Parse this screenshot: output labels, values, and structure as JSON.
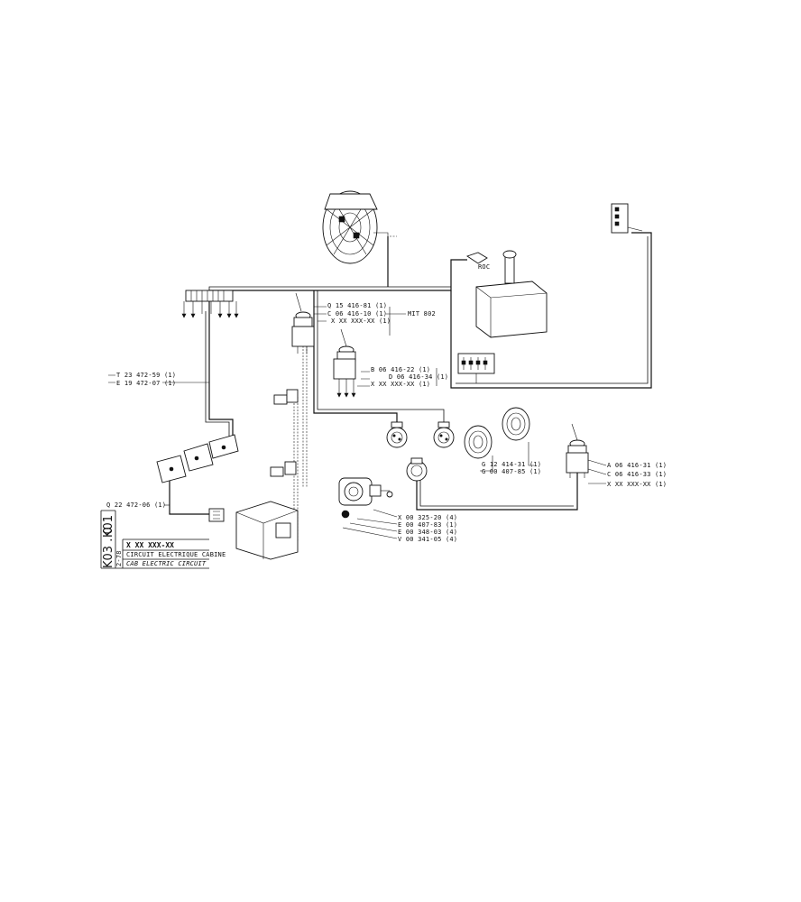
{
  "title_block": {
    "part_ref": "X XX XXX-XX",
    "code_line1": "K01",
    "code_line2": "K03 . 0",
    "side_small": "2-78",
    "title_fr": "CIRCUIT ELECTRIQUE CABINE",
    "title_en": "CAB ELECTRIC CIRCUIT"
  },
  "labels": {
    "q15416": "Q 15 416-81 (1)",
    "c06416_10": "C 06 416-10 (1)",
    "xx_top": "X XX XXX-XX (1)",
    "mit802": "MIT 802",
    "b06416": "B 06 416-22 (1)",
    "d06416": "D 06 416-34 (1)",
    "xx_mid": "X XX XXX-XX (1)",
    "t23472": "T 23 472-59 (1)",
    "e19472": "E 19 472-07 (1)",
    "g12414": "G 12 414-31 (1)",
    "g00407": "G 00 407-85 (1)",
    "a06416": "A 06 416-31 (1)",
    "c06416_33": "C 06 416-33 (1)",
    "xx_right": "X XX XXX-XX (1)",
    "q22472": "Q 22 472-06 (1)",
    "x00325": "X 00 325-20 (4)",
    "e00407": "E 00 407-83 (1)",
    "e00348": "E 00 348-03 (4)",
    "v00341": "V 00 341-05 (4)"
  },
  "colors": {
    "ink": "#111111",
    "paper": "#ffffff"
  }
}
